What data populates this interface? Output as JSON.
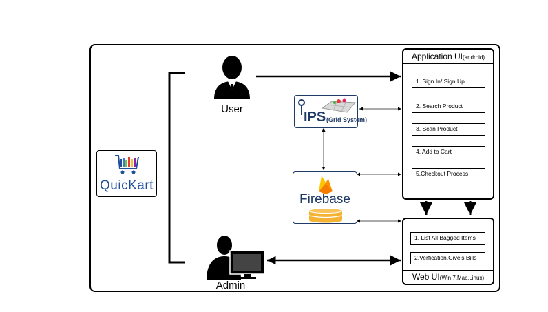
{
  "users": {
    "user_label": "User",
    "admin_label": "Admin"
  },
  "logo": {
    "name": "QuicKart",
    "name_colors": [
      "#1f4e9a",
      "#7fbf3f"
    ]
  },
  "ips": {
    "title": "IPS",
    "subtitle": "(Grid System)"
  },
  "firebase": {
    "name": "Firebase",
    "colors": {
      "flame_yellow": "#ffc400",
      "flame_orange": "#ff9100",
      "flame_red": "#f57c00",
      "db_color": "#f5b335",
      "text": "#1f3a66"
    }
  },
  "app_ui": {
    "title": "Application UI",
    "subtitle": "(android)",
    "steps": [
      "1. Sign In/ Sign Up",
      "2. Search Product",
      "3. Scan Product",
      "4. Add to Cart",
      "5.Checkout Process"
    ]
  },
  "web_ui": {
    "title": "Web UI",
    "subtitle": "(Win 7,Mac,Linux)",
    "steps": [
      "1. List All Bagged Items",
      "2.Verfication,Give's Bills"
    ]
  }
}
